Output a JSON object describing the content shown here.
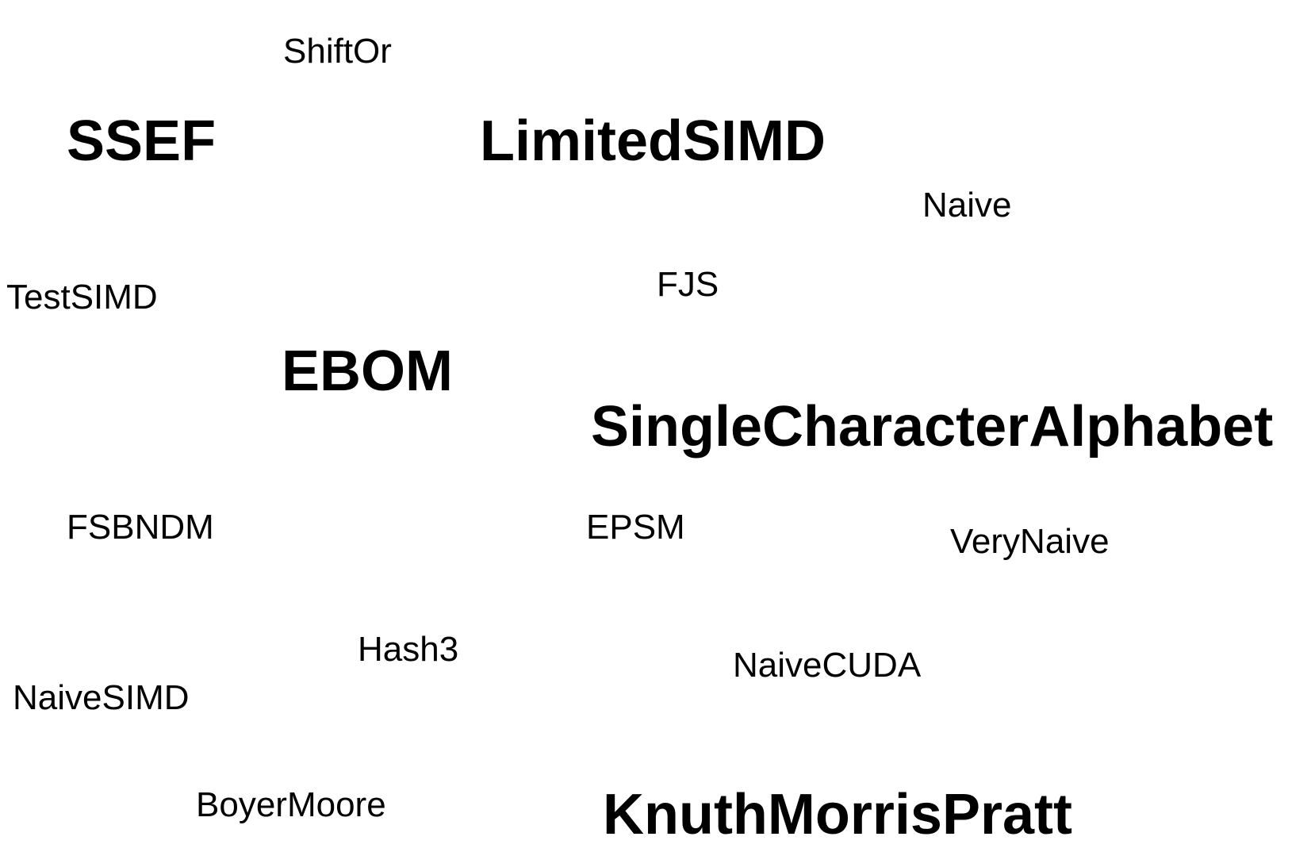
{
  "words": [
    {
      "text": "ShiftOr",
      "emphasis": "normal"
    },
    {
      "text": "SSEF",
      "emphasis": "bold"
    },
    {
      "text": "LimitedSIMD",
      "emphasis": "bold"
    },
    {
      "text": "Naive",
      "emphasis": "normal"
    },
    {
      "text": "TestSIMD",
      "emphasis": "normal"
    },
    {
      "text": "FJS",
      "emphasis": "normal"
    },
    {
      "text": "EBOM",
      "emphasis": "bold"
    },
    {
      "text": "SingleCharacterAlphabet",
      "emphasis": "bold"
    },
    {
      "text": "FSBNDM",
      "emphasis": "normal"
    },
    {
      "text": "EPSM",
      "emphasis": "normal"
    },
    {
      "text": "VeryNaive",
      "emphasis": "normal"
    },
    {
      "text": "Hash3",
      "emphasis": "normal"
    },
    {
      "text": "NaiveCUDA",
      "emphasis": "normal"
    },
    {
      "text": "NaiveSIMD",
      "emphasis": "normal"
    },
    {
      "text": "BoyerMoore",
      "emphasis": "normal"
    },
    {
      "text": "KnuthMorrisPratt",
      "emphasis": "bold"
    }
  ],
  "colors": {
    "background": "#ffffff",
    "text": "#000000"
  }
}
